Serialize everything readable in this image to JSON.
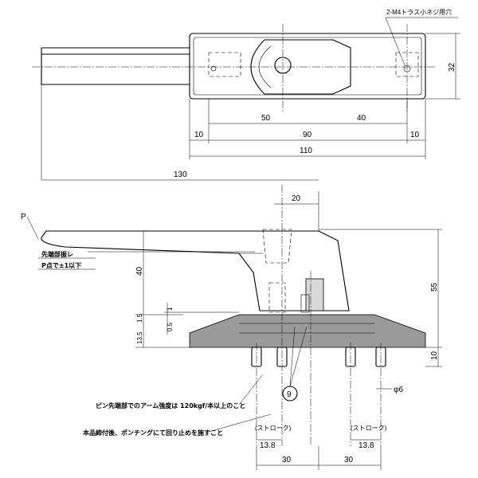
{
  "dimensions": {
    "top_width_50": "50",
    "top_width_40": "40",
    "top_left_10": "10",
    "top_mid_90": "90",
    "top_right_10": "10",
    "top_total_110": "110",
    "top_height_32": "32",
    "overall_130": "130",
    "offset_20": "20",
    "height_40": "40",
    "height_55": "55",
    "height_10": "10",
    "base_13_5": "13.5",
    "base_1_5": "1.5",
    "base_0_5": "0.5",
    "base_1": "1",
    "pin_dia": "φ6",
    "stroke_left": "13.8",
    "stroke_right": "13.8",
    "bottom_30_left": "30",
    "bottom_30_right": "30"
  },
  "labels": {
    "screw_holes": "2-M4トラス小ネジ用穴",
    "point_p": "P",
    "tip_note_1": "先端部振レ",
    "tip_note_2": "P点で±1以下",
    "arm_strength": "ピン先端部でのアーム強度は 120kgf/本以上のこと",
    "caulking_note": "本品締付後、ポンチングにて回り止めを施すこと",
    "stroke_label_left": "(ストローク)",
    "stroke_label_right": "(ストローク)",
    "balloon": "9"
  }
}
